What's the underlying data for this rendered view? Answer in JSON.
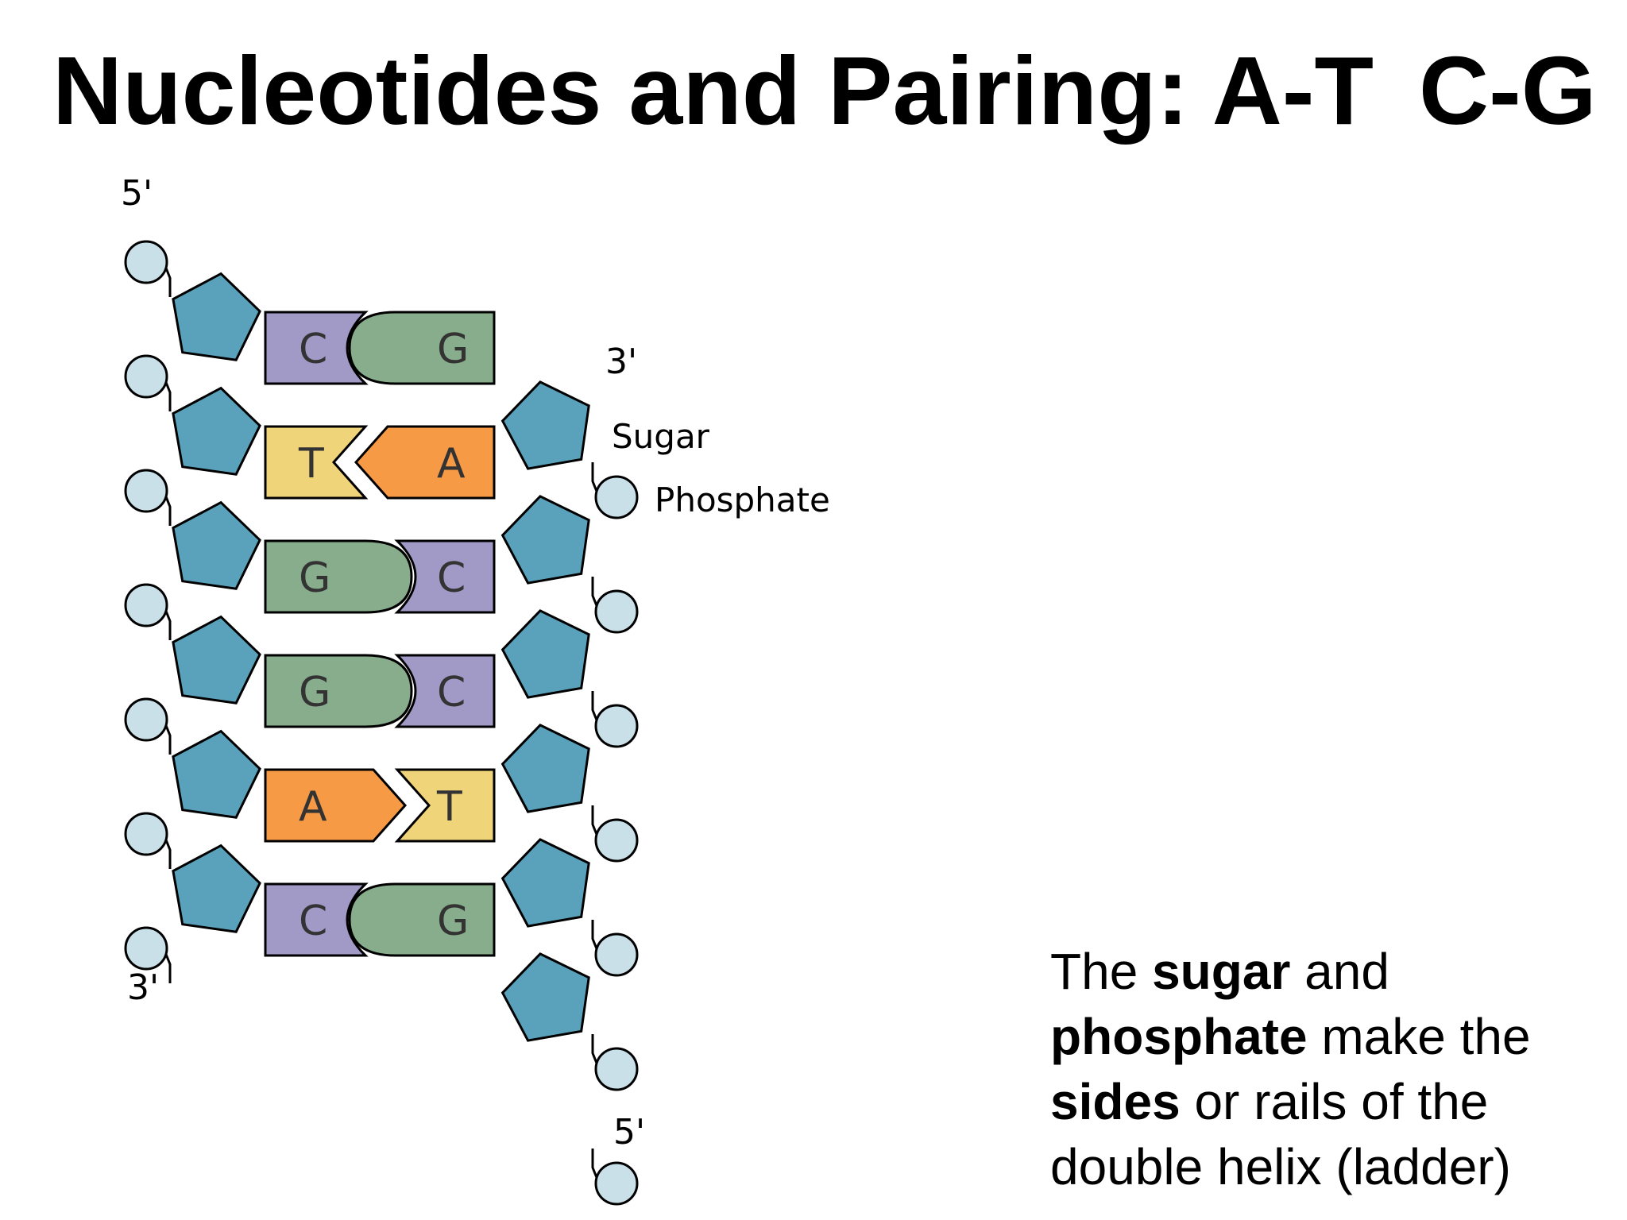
{
  "slide": {
    "title": "Nucleotides and Pairing: A-T",
    "title_pair2": "C-G"
  },
  "diagram": {
    "labels": {
      "left_top_end": "5'",
      "left_bottom_end": "3'",
      "right_top_end": "3'",
      "right_bottom_end": "5'",
      "sugar": "Sugar",
      "phosphate": "Phosphate"
    },
    "base_pairs": [
      {
        "left": "C",
        "right": "G"
      },
      {
        "left": "T",
        "right": "A"
      },
      {
        "left": "G",
        "right": "C"
      },
      {
        "left": "G",
        "right": "C"
      },
      {
        "left": "A",
        "right": "T"
      },
      {
        "left": "C",
        "right": "G"
      }
    ],
    "colors": {
      "A": "#f79a46",
      "T": "#f0d47a",
      "G": "#88ad8c",
      "C": "#a199c6",
      "sugar": "#5aa2bb",
      "phosphate": "#c9e0e8",
      "outline": "#000000"
    }
  },
  "caption": {
    "part1": "The ",
    "bold1": "sugar",
    "part2": " and",
    "bold2": "phosphate",
    "part3": " make the",
    "bold3": "sides",
    "part4": " or rails of the",
    "part5": "double helix (ladder)"
  }
}
